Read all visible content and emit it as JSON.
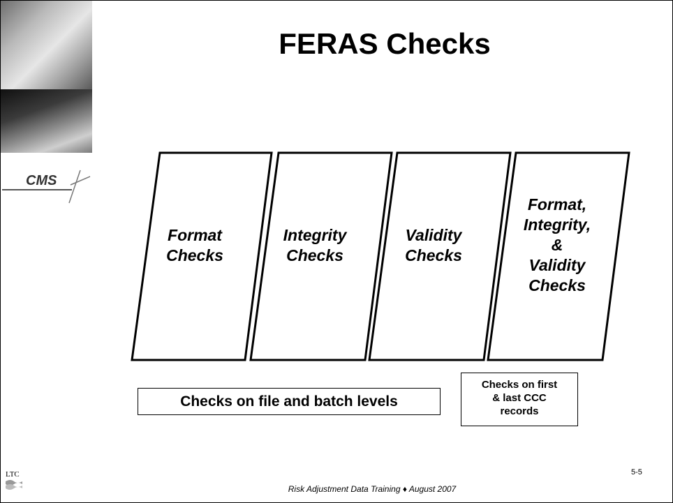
{
  "title": "FERAS Checks",
  "panels": [
    {
      "lines": [
        "Format",
        "Checks"
      ]
    },
    {
      "lines": [
        "Integrity",
        "Checks"
      ]
    },
    {
      "lines": [
        "Validity",
        "Checks"
      ]
    },
    {
      "lines": [
        "Format,",
        "Integrity,",
        "&",
        "Validity",
        "Checks"
      ]
    }
  ],
  "box_file_batch": "Checks on file and batch levels",
  "box_ccc_lines": [
    "Checks on first",
    "& last CCC",
    "records"
  ],
  "page_number": "5-5",
  "footer": "Risk Adjustment Data Training ♦ August 2007",
  "logos": {
    "cms": "CMS",
    "ltc": "LTC"
  }
}
